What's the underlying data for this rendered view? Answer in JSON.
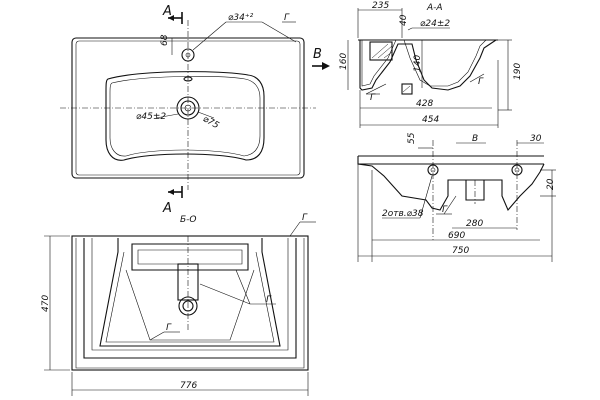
{
  "views": {
    "top": {
      "section_mark": "A",
      "dims": {
        "tap_hole": "⌀34⁺²",
        "tap_offset": "68",
        "drain_small": "⌀45±2",
        "drain_large": "⌀75"
      },
      "surface_mark": "Г"
    },
    "section": {
      "title": "A-A",
      "dims": {
        "top_width": "235",
        "top_small": "40",
        "drain_hole": "⌀24±2",
        "depth_left": "160",
        "depth_mid": "140",
        "height_right": "190",
        "inner_width": "428",
        "overall_width": "454"
      },
      "surface_mark": "Г"
    },
    "view_b": {
      "arrow_label": "B",
      "title": "B",
      "dims": {
        "left_offset": "55",
        "right_offset": "30",
        "right_height": "20",
        "holes": "2отв.⌀38",
        "hole_spacing": "280",
        "inner_span": "690",
        "overall_span": "750"
      },
      "surface_mark": "Г"
    },
    "bottom": {
      "section_mark": "A",
      "view_note": "Б-О",
      "dims": {
        "height": "470",
        "width": "776"
      },
      "surface_mark": "Г"
    }
  }
}
